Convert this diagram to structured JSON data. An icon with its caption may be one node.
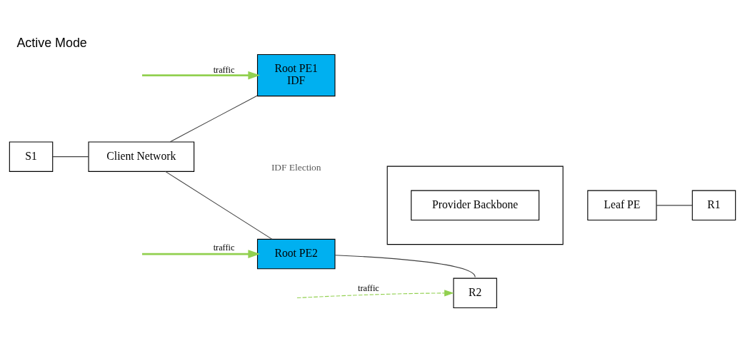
{
  "diagram": {
    "title": "Active Mode",
    "nodes": [
      {
        "text": [
          "S1"
        ]
      },
      {
        "text": [
          "Client Network"
        ]
      },
      {
        "text": [
          "Root PE1",
          "IDF"
        ]
      },
      {
        "text": [
          "Root PE2"
        ]
      },
      {
        "text": [],
        "shape": "box"
      },
      {
        "text": [
          "Provider Backbone"
        ],
        "in": 4
      },
      {
        "text": [
          "Leaf PE"
        ]
      },
      {
        "text": [
          "R1"
        ]
      },
      {
        "text": [
          "R2"
        ]
      }
    ],
    "edges": [
      {
        "from": 0,
        "to": 1,
        "arrow": "none"
      },
      {
        "from": 1,
        "to": 2,
        "arrow": "none"
      },
      {
        "from": 1,
        "to": 3,
        "arrow": "none"
      },
      {
        "from": 6,
        "to": 7,
        "arrow": "none"
      },
      {
        "from": 3,
        "to": 8,
        "arrow": "none"
      },
      {
        "from": null,
        "to": 2,
        "arrow": "to",
        "label": "traffic",
        "color": "#92d050",
        "style": "thick"
      },
      {
        "from": null,
        "to": 3,
        "arrow": "to",
        "label": "traffic",
        "color": "#92d050",
        "style": "thick"
      },
      {
        "from": null,
        "to": 8,
        "arrow": "to",
        "label": "traffic",
        "color": "#92d050",
        "style": "dashed"
      }
    ],
    "labels": [
      "IDF Election"
    ]
  }
}
